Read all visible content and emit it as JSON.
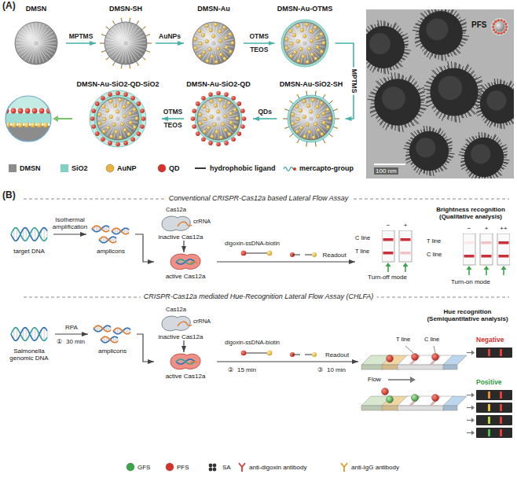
{
  "diagram": {
    "nodes": [
      {
        "text": [
          "DMSN"
        ]
      },
      {
        "text": [
          "DMSN-SH"
        ]
      },
      {
        "text": [
          "DMSN-Au"
        ]
      },
      {
        "text": [
          "DMSN-Au-OTMS"
        ]
      },
      {
        "text": [
          "DMSN-Au-SiO2-SH"
        ]
      },
      {
        "text": [
          "DMSN-Au-SiO2-QD"
        ]
      },
      {
        "text": [
          "DMSN-Au-SiO2-QD-SiO2"
        ]
      },
      {
        "text": [
          "PFS",
          "100 nm"
        ]
      },
      {
        "text": [
          "target DNA"
        ]
      },
      {
        "text": [
          "amplicons"
        ]
      },
      {
        "text": [
          "Cas12a",
          "crRNA",
          "inactive Cas12a"
        ]
      },
      {
        "text": [
          "active Cas12a"
        ]
      },
      {
        "text": [
          "−",
          "+",
          "C line",
          "T line",
          "Turn-off mode"
        ]
      },
      {
        "text": [
          "Brightness recognition (Qualitative analysis)",
          "−",
          "+",
          "++",
          "T line",
          "C line",
          "Turn-on mode"
        ]
      },
      {
        "text": [
          "Salmonella genomic DNA"
        ]
      },
      {
        "text": [
          "amplicons"
        ]
      },
      {
        "text": [
          "Cas12a",
          "crRNA",
          "inactive Cas12a"
        ]
      },
      {
        "text": [
          "active Cas12a"
        ]
      },
      {
        "text": [
          "Hue recognition (Semiquantitative analysis)",
          "T line",
          "C line",
          "Negative",
          "Flow",
          "Positive"
        ]
      }
    ],
    "edges": [
      {
        "from": 0,
        "to": 1,
        "arrow": "to",
        "label": "MPTMS"
      },
      {
        "from": 1,
        "to": 2,
        "arrow": "to",
        "label": "AuNPs"
      },
      {
        "from": 2,
        "to": 3,
        "arrow": "to",
        "label": "OTMS"
      },
      {
        "from": 3,
        "to": 4,
        "arrow": "to",
        "label": "MPTMS"
      },
      {
        "from": 4,
        "to": 5,
        "arrow": "to",
        "label": "QDs"
      },
      {
        "from": 5,
        "to": 6,
        "arrow": "to",
        "label": "OTMS"
      },
      {
        "from": 8,
        "to": 9,
        "arrow": "to",
        "label": "Isothermal amplification"
      },
      {
        "from": 9,
        "to": 11,
        "arrow": "to"
      },
      {
        "from": 10,
        "to": 11,
        "arrow": "to"
      },
      {
        "from": 11,
        "to": 12,
        "arrow": "to",
        "label": "Readout"
      },
      {
        "from": 14,
        "to": 15,
        "arrow": "to",
        "label": "RPA"
      },
      {
        "from": 15,
        "to": 17,
        "arrow": "to"
      },
      {
        "from": 16,
        "to": 17,
        "arrow": "to"
      },
      {
        "from": 17,
        "to": 18,
        "arrow": "to",
        "label": "Readout"
      }
    ],
    "labels": [
      "(A)",
      "TEOS",
      "TEOS",
      "(B)",
      "Conventional CRISPR-Cas12a based Lateral Flow Assay",
      "digoxin-ssDNA-biotin",
      "CRISPR-Cas12a mediated Hue-Recognition Lateral Flow Assay (CHLFA)",
      "①",
      "30 min",
      "digoxin-ssDNA-biotin",
      "②",
      "15 min",
      "③",
      "10 min"
    ],
    "legend": [
      {
        "text": "DMSN",
        "color": "#8c8c8c"
      },
      {
        "text": "SiO2",
        "color": "#7fd1c4"
      },
      {
        "text": "AuNP",
        "color": "#e8b43a"
      },
      {
        "text": "QD",
        "color": "#d8312a"
      },
      {
        "text": "hydrophobic ligand"
      },
      {
        "text": "mercapto-group"
      },
      {
        "text": "GFS",
        "color": "#3aa64a"
      },
      {
        "text": "PFS",
        "color": "#d8312a"
      },
      {
        "text": "SA"
      },
      {
        "text": "anti-digoxin antibody"
      },
      {
        "text": "anti-IgG antibody"
      }
    ]
  }
}
